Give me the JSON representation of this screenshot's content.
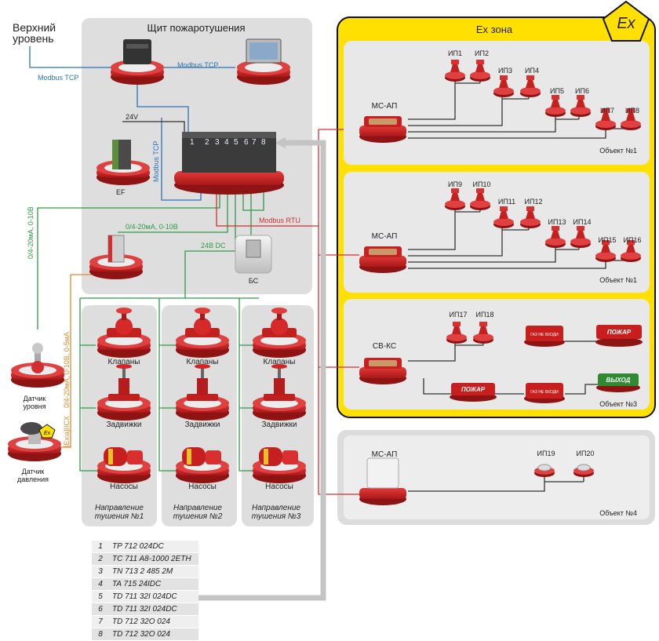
{
  "top_level": {
    "line1": "Верхний",
    "line2": "уровень"
  },
  "panel": {
    "title": "Щит пожаротушения",
    "ef": "EF",
    "bs": "БС",
    "v24": "24V",
    "v24dc": "24В DC"
  },
  "links": {
    "modbus_tcp": "Modbus TCP",
    "modbus_rtu": "Modbus RTU",
    "analog": "0/4-20мА, 0-10В",
    "analog2": "0/4-20мА, 0-10В, 0-5мА",
    "exia": "[Exia]IICX"
  },
  "rack_slots": [
    "1",
    "2",
    "3",
    "4",
    "5",
    "6",
    "7",
    "8"
  ],
  "sensors": {
    "level1": "Датчик",
    "level2": "уровня",
    "press1": "Датчик",
    "press2": "давления"
  },
  "directions": [
    {
      "valves": "Клапаны",
      "gates": "Задвижки",
      "pumps": "Насосы",
      "l1": "Направление",
      "l2": "тушения №1"
    },
    {
      "valves": "Клапаны",
      "gates": "Задвижки",
      "pumps": "Насосы",
      "l1": "Направление",
      "l2": "тушения №2"
    },
    {
      "valves": "Клапаны",
      "gates": "Задвижки",
      "pumps": "Насосы",
      "l1": "Направление",
      "l2": "тушения №3"
    }
  ],
  "ex_zone": {
    "title": "Ex зона",
    "badge": "Ex",
    "obj1": {
      "device": "МС-АП",
      "label": "Объект №1",
      "sensors": [
        "ИП1",
        "ИП2",
        "ИП3",
        "ИП4",
        "ИП5",
        "ИП6",
        "ИП7",
        "ИП8"
      ]
    },
    "obj2": {
      "device": "МС-АП",
      "label": "Объект №1",
      "sensors": [
        "ИП9",
        "ИП10",
        "ИП11",
        "ИП12",
        "ИП13",
        "ИП14",
        "ИП15",
        "ИП16"
      ]
    },
    "obj3": {
      "device": "СВ-КС",
      "label": "Объект №3",
      "sensors": [
        "ИП17",
        "ИП18"
      ],
      "sign_gas": "ГАЗ НЕ ВХОДИ",
      "sign_fire": "ПОЖАР",
      "sign_exit": "ВЫХОД"
    }
  },
  "obj4": {
    "device": "МС-АП",
    "label": "Объект №4",
    "sensors": [
      "ИП19",
      "ИП20"
    ]
  },
  "legend": [
    {
      "n": "1",
      "text": "TP 712 024DC"
    },
    {
      "n": "2",
      "text": "TC 711 A8-1000 2ETH"
    },
    {
      "n": "3",
      "text": "TN 713 2 485 2M"
    },
    {
      "n": "4",
      "text": "TA 715 24IDC"
    },
    {
      "n": "5",
      "text": "TD 711 32I 024DC"
    },
    {
      "n": "6",
      "text": "TD 711 32I 024DC"
    },
    {
      "n": "7",
      "text": "TD 712 32O 024"
    },
    {
      "n": "8",
      "text": "TD 712 32O 024"
    }
  ],
  "colors": {
    "red": "#d42a2a",
    "yellow": "#ffe000",
    "panel": "#dedede",
    "blue": "#2a73b8",
    "green": "#2f9a45",
    "orange": "#e08a2c"
  }
}
